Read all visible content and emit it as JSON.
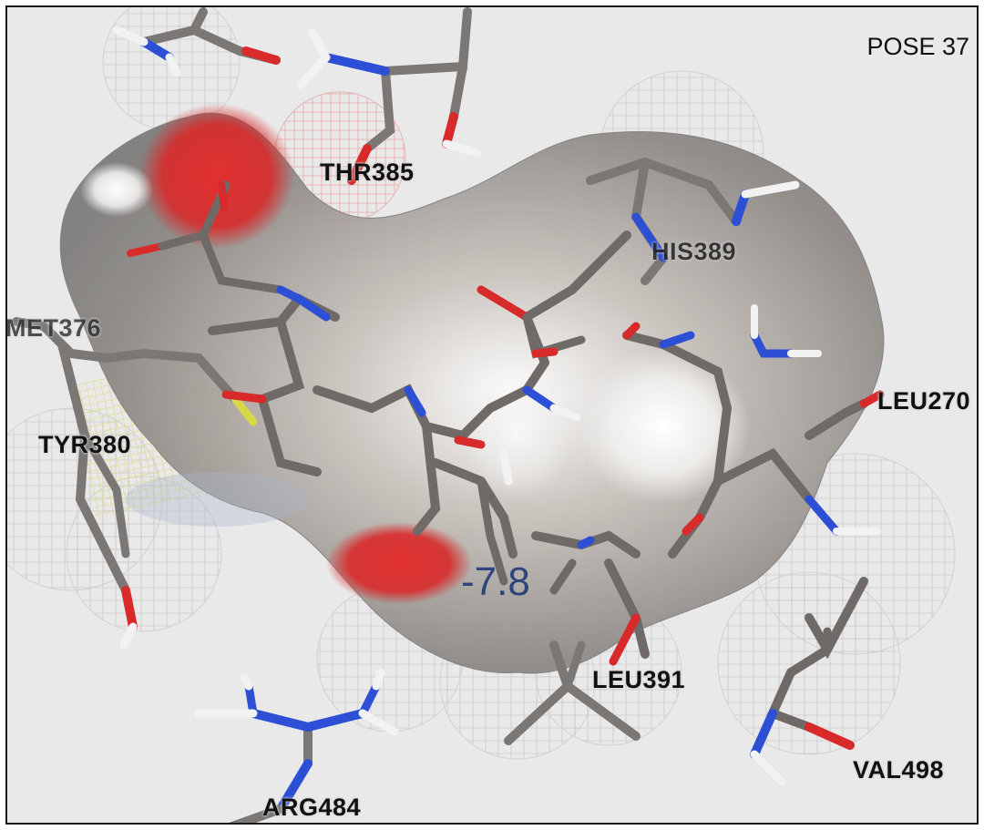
{
  "viewer": {
    "pose_label": "POSE 37",
    "score": "-7.8",
    "residues": [
      {
        "id": "thr385",
        "label": "THR385"
      },
      {
        "id": "his389",
        "label": "HIS389"
      },
      {
        "id": "met376",
        "label": "MET376"
      },
      {
        "id": "leu270",
        "label": "LEU270"
      },
      {
        "id": "tyr380",
        "label": "TYR380"
      },
      {
        "id": "leu391",
        "label": "LEU391"
      },
      {
        "id": "val498",
        "label": "VAL498"
      },
      {
        "id": "arg484",
        "label": "ARG484"
      }
    ]
  },
  "colors": {
    "background": "#e9e9ea",
    "carbon": "#6f6a67",
    "nitrogen": "#2c4fd6",
    "oxygen": "#d42020",
    "hydrogen": "#f2f2f2",
    "surface": "#9b9590",
    "score": "#203a7a"
  }
}
